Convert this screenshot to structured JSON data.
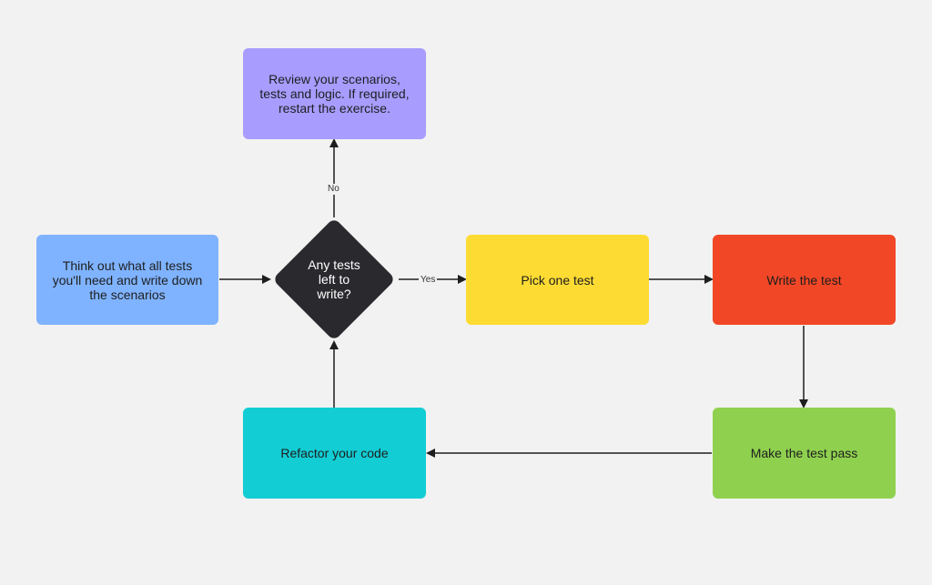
{
  "colors": {
    "background": "#f2f2f2",
    "think": "#7fb3ff",
    "review": "#a89cff",
    "decision": "#2a2a2e",
    "pick": "#fddb33",
    "write": "#f24726",
    "pass": "#8fd14f",
    "refactor": "#12cdd4",
    "edge": "#1e1e1e"
  },
  "nodes": {
    "think": "Think out what all tests\nyou'll need and write down\nthe scenarios",
    "review": "Review your scenarios,\ntests and logic. If required,\nrestart the exercise.",
    "decision": "Any tests\nleft to\nwrite?",
    "pick": "Pick one test",
    "write": "Write the test",
    "pass": "Make the test pass",
    "refactor": "Refactor your code"
  },
  "edge_labels": {
    "no": "No",
    "yes": "Yes"
  }
}
